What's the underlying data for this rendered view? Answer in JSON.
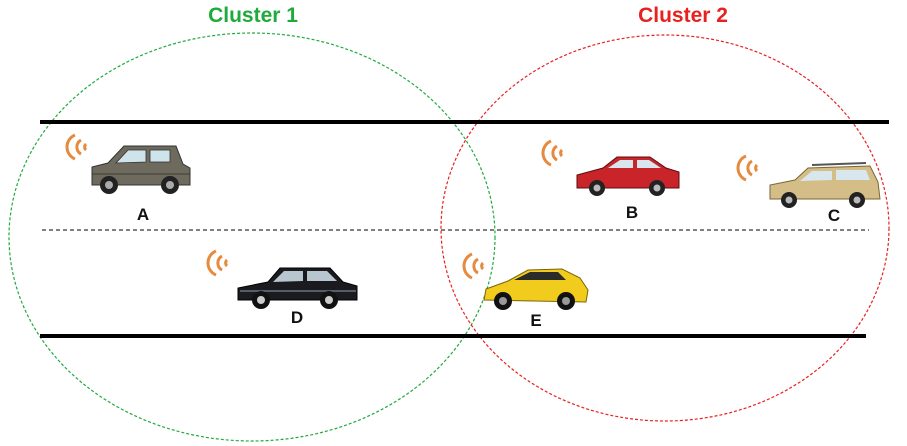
{
  "clusters": [
    {
      "label": "Cluster 1",
      "color": "#1faa3c"
    },
    {
      "label": "Cluster 2",
      "color": "#e8211f"
    }
  ],
  "vehicles": [
    {
      "label": "A",
      "icon": "suv-car-icon",
      "color": "#6e6a5e"
    },
    {
      "label": "B",
      "icon": "sedan-car-icon",
      "color": "#c8242a"
    },
    {
      "label": "C",
      "icon": "wagon-car-icon",
      "color": "#d4bd86"
    },
    {
      "label": "D",
      "icon": "limousine-car-icon",
      "color": "#1b1b1f"
    },
    {
      "label": "E",
      "icon": "sports-car-icon",
      "color": "#f2cc1c"
    }
  ],
  "signal_color": "#e58a3f"
}
